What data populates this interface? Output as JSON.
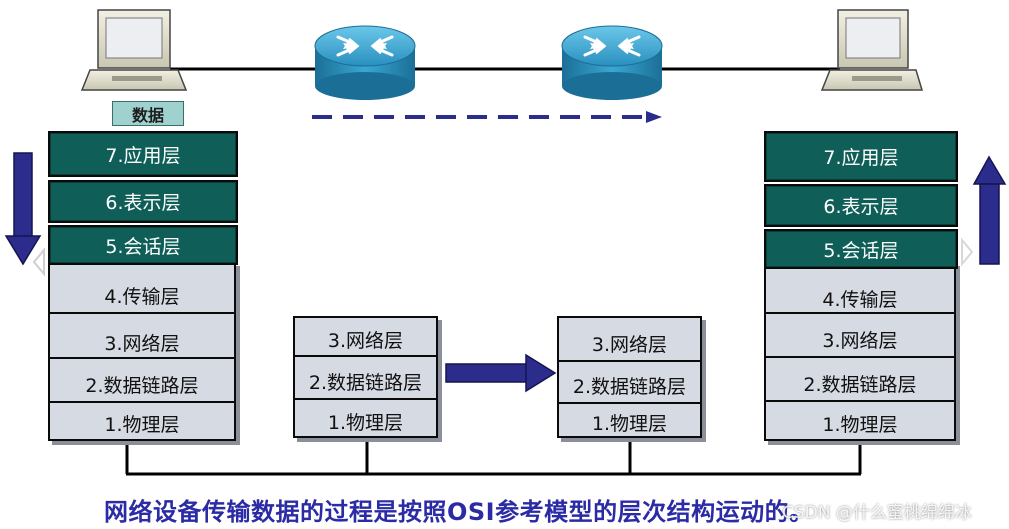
{
  "left_host": {
    "data_label": "数据",
    "layers": [
      "7.应用层",
      "6.表示层",
      "5.会话层",
      "4.传输层",
      "3.网络层",
      "2.数据链路层",
      "1.物理层"
    ]
  },
  "router_a": {
    "layers": [
      "3.网络层",
      "2.数据链路层",
      "1.物理层"
    ]
  },
  "router_b": {
    "layers": [
      "3.网络层",
      "2.数据链路层",
      "1.物理层"
    ]
  },
  "right_host": {
    "layers": [
      "7.应用层",
      "6.表示层",
      "5.会话层",
      "4.传输层",
      "3.网络层",
      "2.数据链路层",
      "1.物理层"
    ]
  },
  "caption": "网络设备传输数据的过程是按照OSI参考模型的层次结构运动的。",
  "watermark": "CSDN @什么蜜桃绵绵冰",
  "colors": {
    "upper_layer": "#0f5f58",
    "lower_layer": "#d6dae3",
    "arrow": "#2c2c8c",
    "router": "#2f9bc4",
    "caption": "#2b2ba6"
  }
}
